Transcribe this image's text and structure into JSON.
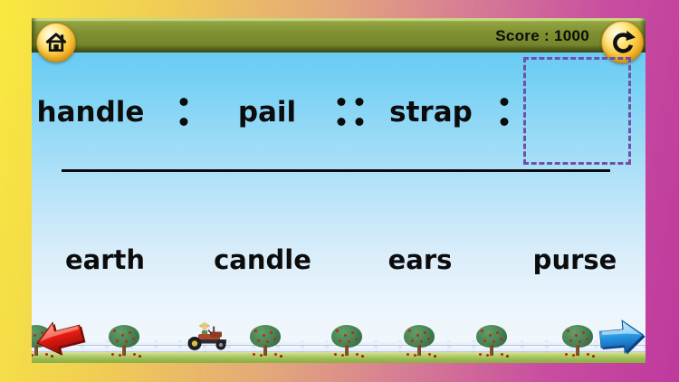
{
  "header": {
    "score_label": "Score : 1000",
    "home_button": "home",
    "refresh_button": "refresh"
  },
  "puzzle": {
    "pairs": [
      {
        "word": "handle",
        "separator_dots": 2
      },
      {
        "word": "pail",
        "separator_dots": 4
      },
      {
        "word": "strap",
        "separator_dots": 2
      }
    ],
    "drop_slot_state": "empty",
    "answers": [
      "earth",
      "candle",
      "ears",
      "purse"
    ]
  },
  "nav": {
    "prev": "left-arrow",
    "next": "right-arrow"
  },
  "colors": {
    "frame_yellow": "#f9e93f",
    "frame_orange": "#e3a77b",
    "frame_pink": "#bf399d",
    "bar_olive": "#7d8f2f",
    "sky_top": "#5dc7f2",
    "sky_bottom": "#f2f8fd",
    "dash_purple": "#7150a8",
    "button_gold": "#f9cc44",
    "arrow_red": "#d71f14",
    "arrow_blue": "#1e8fe0",
    "grass_green": "#96b84f",
    "text_black": "#0c0c0c"
  }
}
